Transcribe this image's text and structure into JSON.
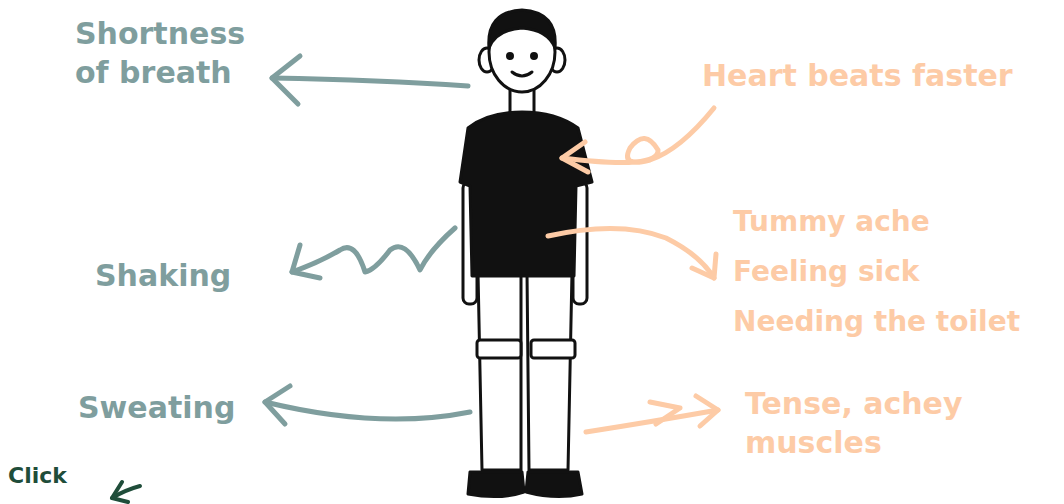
{
  "diagram": {
    "labels": [
      "Shortness of breath",
      "Heart beats faster",
      "Shaking",
      "Tummy ache",
      "Feeling sick",
      "Needing the toilet",
      "Sweating",
      "Tense, achey muscles",
      "Click"
    ]
  }
}
